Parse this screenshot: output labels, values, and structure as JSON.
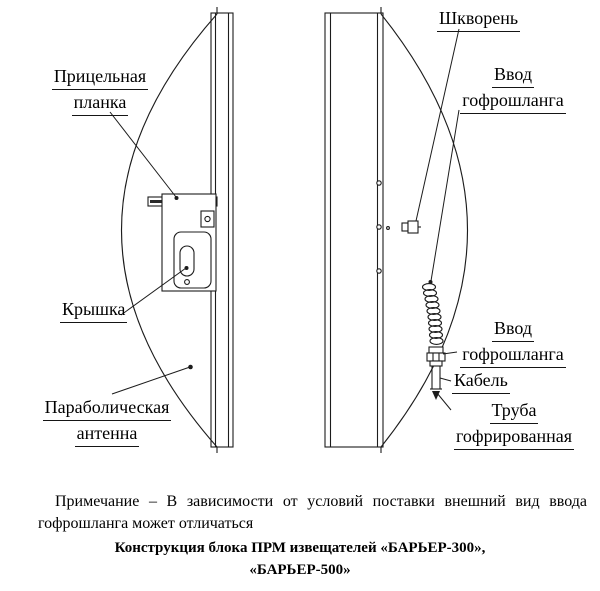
{
  "drawing": {
    "ink_color": "#1c1c1c",
    "background_color": "#ffffff"
  },
  "labels": {
    "sight_bar": {
      "line1": "Прицельная",
      "line2": "планка"
    },
    "kingpin": {
      "line1": "Шкворень"
    },
    "hose_inlet_top": {
      "line1": "Ввод",
      "line2": "гофрошланга"
    },
    "cover": {
      "line1": "Крышка"
    },
    "parabolic_antenna": {
      "line1": "Параболическая",
      "line2": "антенна"
    },
    "hose_inlet_bottom": {
      "line1": "Ввод",
      "line2": "гофрошланга"
    },
    "cable": {
      "line1": "Кабель"
    },
    "corrugated_tube": {
      "line1": "Труба",
      "line2": "гофрированная"
    }
  },
  "note": {
    "text": "Примечание – В зависимости от условий поставки внешний вид ввода гофрошланга может отличаться"
  },
  "caption": {
    "line1": "Конструкция блока ПРМ извещателей «БАРЬЕР-300»,",
    "line2": "«БАРЬЕР-500»"
  }
}
